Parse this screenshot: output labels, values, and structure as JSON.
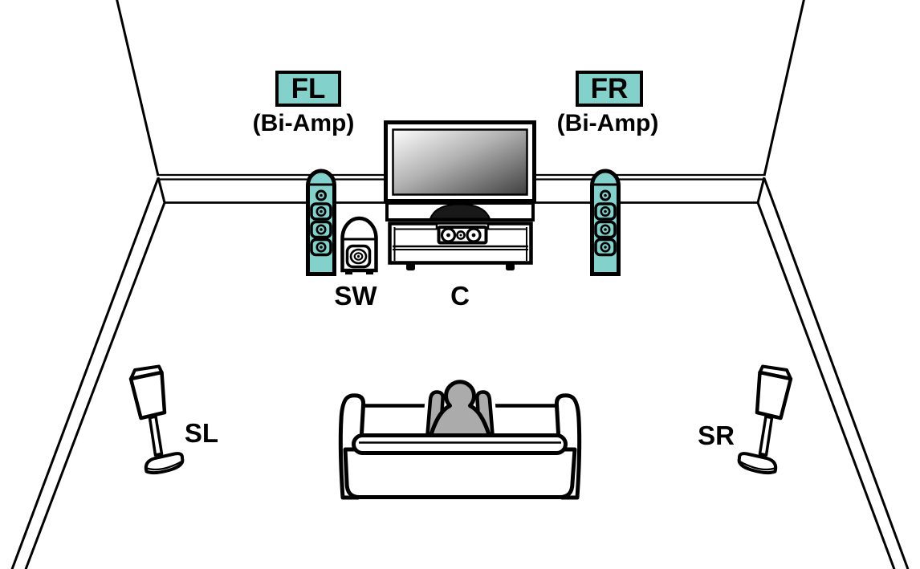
{
  "colors": {
    "accent_teal": "#82D2CB",
    "outline_black": "#000000",
    "listener_gray": "#ABABAB",
    "background_white": "#FFFFFF"
  },
  "labels": {
    "front_left_tag": "FL",
    "front_left_note": "(Bi-Amp)",
    "front_right_tag": "FR",
    "front_right_note": "(Bi-Amp)",
    "subwoofer": "SW",
    "center": "C",
    "surround_left": "SL",
    "surround_right": "SR"
  },
  "icons": {
    "front_towers": "tower-speaker-icon",
    "subwoofer": "subwoofer-icon",
    "center": "center-speaker-icon",
    "surrounds": "bookshelf-speaker-on-stand-icon",
    "tv": "tv-icon",
    "sofa": "sofa-icon",
    "listener": "person-icon",
    "room": "room-perspective-outline"
  }
}
